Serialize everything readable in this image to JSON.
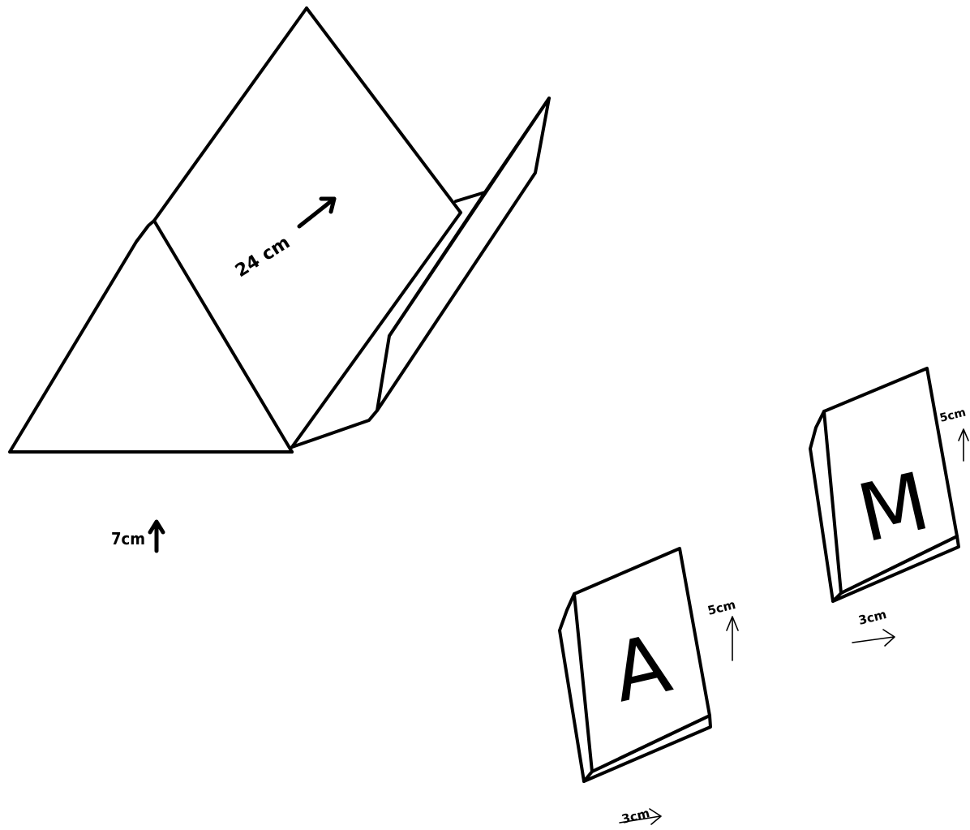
{
  "prism": {
    "length_label": "24 cm",
    "height_label": "7cm"
  },
  "blocks": [
    {
      "letter": "A",
      "height_label": "5cm",
      "width_label": "3cm"
    },
    {
      "letter": "M",
      "height_label": "5cm",
      "width_label": "3cm"
    }
  ]
}
